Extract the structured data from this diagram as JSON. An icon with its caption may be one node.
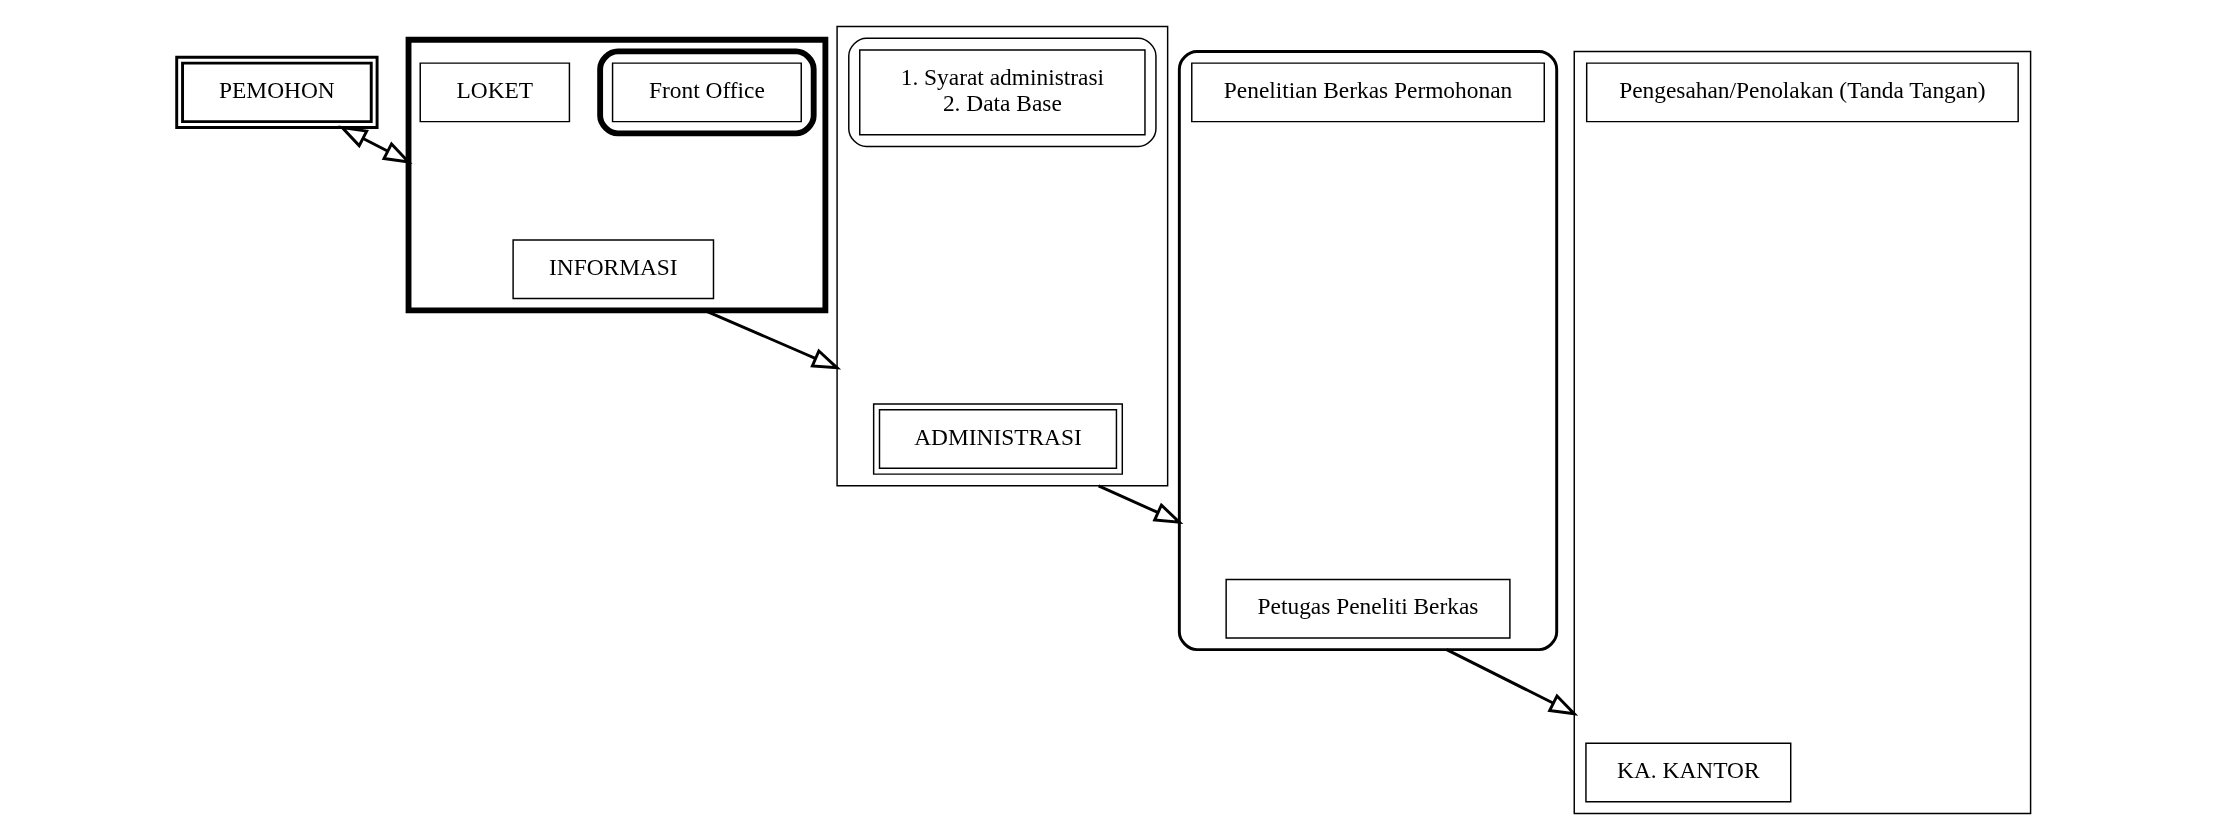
{
  "diagram": {
    "nodes": [
      {
        "text": [
          "PEMOHON"
        ]
      },
      {
        "text": [],
        "shape": "box"
      },
      {
        "text": [
          "INFORMASI"
        ],
        "in": 1
      },
      {
        "text": [
          "LOKET"
        ],
        "in": 1
      },
      {
        "text": [],
        "shape": "ellipse",
        "in": 1
      },
      {
        "text": [
          "Front Office"
        ],
        "in": 4
      },
      {
        "text": [],
        "shape": "box"
      },
      {
        "text": [
          "ADMINISTRASI"
        ],
        "in": 6
      },
      {
        "text": [],
        "shape": "ellipse",
        "in": 6
      },
      {
        "text": [
          "1. Syarat administrasi",
          "2. Data Base"
        ],
        "in": 8
      },
      {
        "text": [],
        "shape": "box"
      },
      {
        "text": [
          "Petugas Peneliti Berkas"
        ],
        "in": 10
      },
      {
        "text": [
          "Penelitian Berkas Permohonan"
        ],
        "in": 10
      },
      {
        "text": [],
        "shape": "box"
      },
      {
        "text": [
          "KA. KANTOR"
        ],
        "in": 13
      },
      {
        "text": [
          "Pengesahan/Penolakan (Tanda Tangan)"
        ],
        "in": 13
      }
    ],
    "edges": [
      {
        "from": 0,
        "to": 1,
        "arrow": "both"
      },
      {
        "from": 1,
        "to": 6,
        "arrow": "to"
      },
      {
        "from": 6,
        "to": 10,
        "arrow": "to"
      },
      {
        "from": 10,
        "to": 13,
        "arrow": "to"
      }
    ]
  }
}
